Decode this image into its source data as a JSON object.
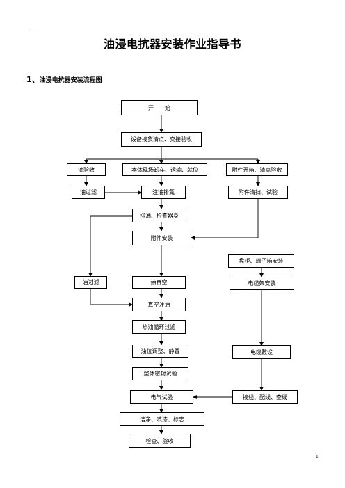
{
  "document": {
    "title": "油浸电抗器安装作业指导书",
    "section_number": "1、",
    "section_title": "油浸电抗器安装流程图",
    "page_number": "1"
  },
  "flowchart": {
    "start": "开　　始",
    "receive_check": "设备接货清点、交接验收",
    "oil_acceptance": "油验收",
    "body_unload": "本体现场卸车、运输、就位",
    "accessory_unpack": "附件开箱、清点验收",
    "oil_filter_1": "油过滤",
    "oil_injection": "注油排氮",
    "accessory_clean": "附件清扫、试验",
    "drain_inspect": "排油、检查器身",
    "accessory_install": "附件安装",
    "cabinet_install": "盘柜、端子箱安装",
    "oil_filter_2": "油过滤",
    "vacuum": "抽真空",
    "cable_tray_install": "电缆架安装",
    "vacuum_oil_fill": "真空注油",
    "hot_oil_circulation": "热油循环过滤",
    "oil_level_adjust": "油位调整、静置",
    "cable_laying": "电缆敷设",
    "seal_test": "整体密封试验",
    "electrical_test": "电气试验",
    "wiring": "接线、配线、查线",
    "cleaning_painting": "洁净、喷漆、标志",
    "final_acceptance": "检查、验收"
  }
}
